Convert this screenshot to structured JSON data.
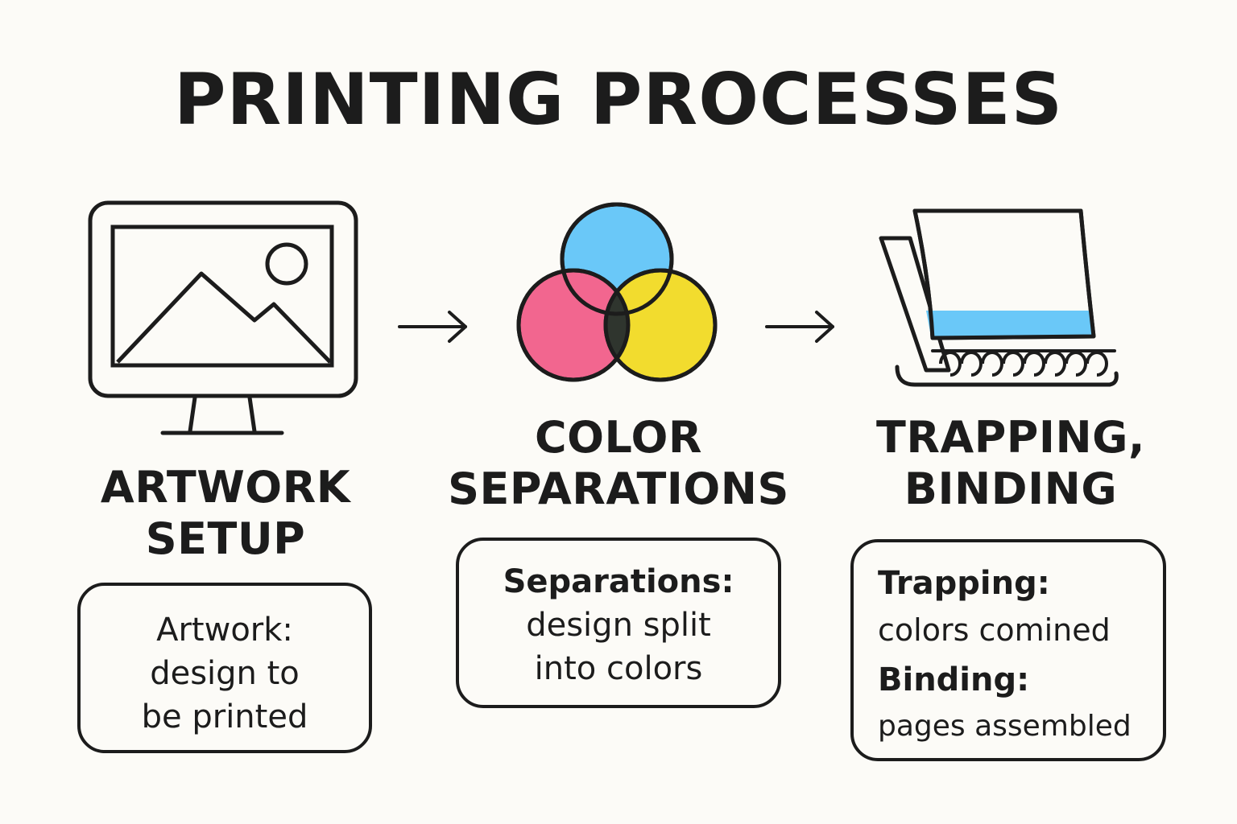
{
  "title": "PRINTING PROCESSES",
  "steps": [
    {
      "heading_line1": "ARTWORK",
      "heading_line2": "SETUP",
      "card_term": "Artwork:",
      "card_desc_line1": "design to",
      "card_desc_line2": "be printed"
    },
    {
      "heading_line1": "COLOR",
      "heading_line2": "SEPARATIONS",
      "card_term": "Separations:",
      "card_desc_line1": "design split",
      "card_desc_line2": "into colors"
    },
    {
      "heading_line1": "TRAPPING,",
      "heading_line2": "BINDING",
      "card_term1": "Trapping:",
      "card_desc1": "colors comined",
      "card_term2": "Binding:",
      "card_desc2": "pages assembled"
    }
  ],
  "colors": {
    "ink": "#1c1c1c",
    "background": "#fcfbf7",
    "cyan": "#6ac8f8",
    "magenta": "#f2668f",
    "yellow": "#f2dc2e",
    "overlap": "#2f352e"
  },
  "icons": [
    "monitor-image-icon",
    "color-circles-icon",
    "book-binding-icon",
    "arrow-right-icon"
  ]
}
